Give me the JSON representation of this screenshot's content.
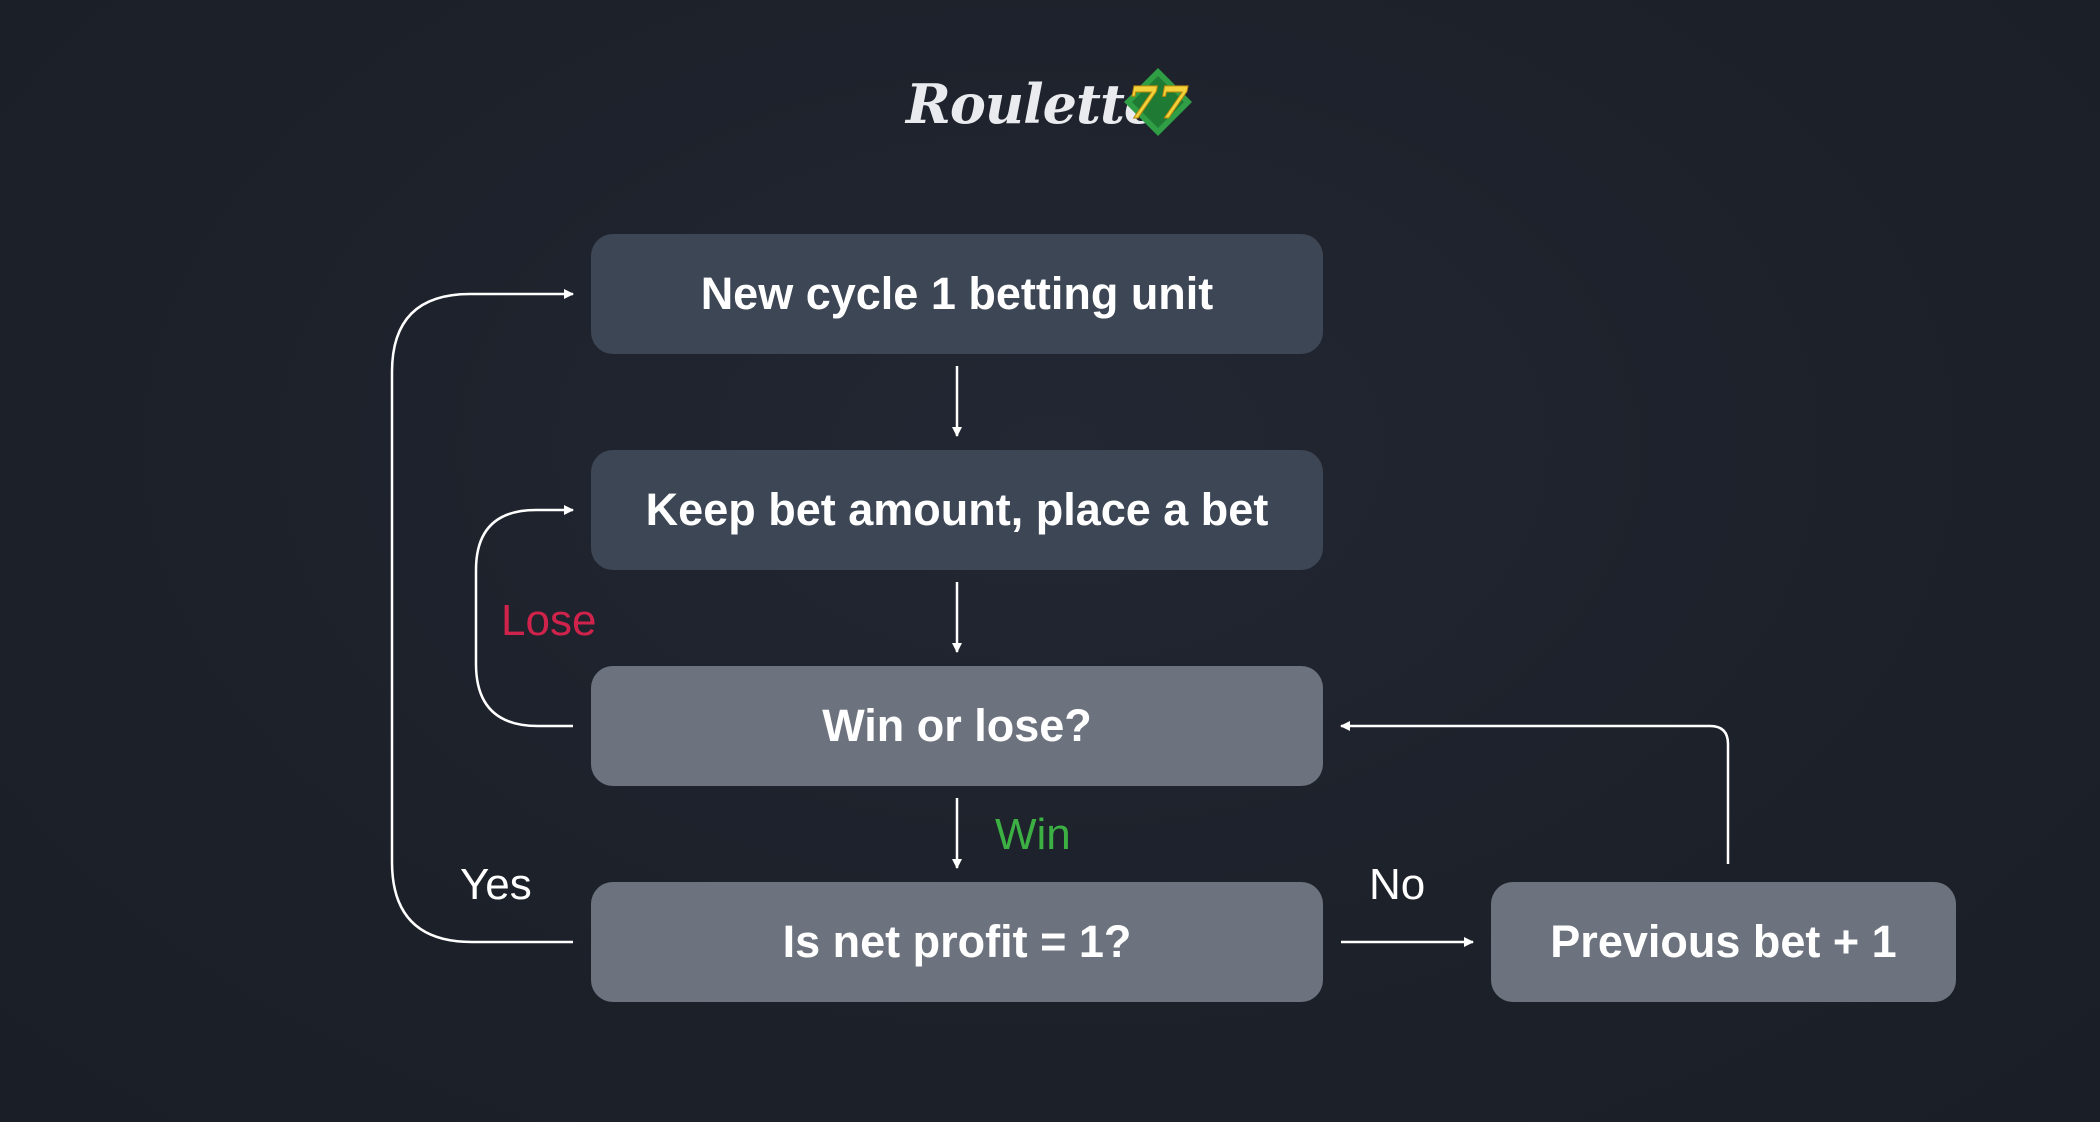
{
  "logo": {
    "text": "Roulette",
    "badge": "77"
  },
  "flowchart": {
    "nodes": {
      "new_cycle": "New cycle 1 betting unit",
      "keep_bet": "Keep bet amount, place a bet",
      "win_or_lose": "Win or lose?",
      "net_profit": "Is net profit = 1?",
      "previous_bet": "Previous bet + 1"
    },
    "edge_labels": {
      "lose": "Lose",
      "win": "Win",
      "yes": "Yes",
      "no": "No"
    }
  },
  "colors": {
    "background": "#1c2029",
    "box_dark": "#3d4655",
    "box_light": "#6d737e",
    "lose": "#d0234b",
    "win": "#3cb043",
    "text": "#ffffff",
    "connector": "#ffffff"
  }
}
